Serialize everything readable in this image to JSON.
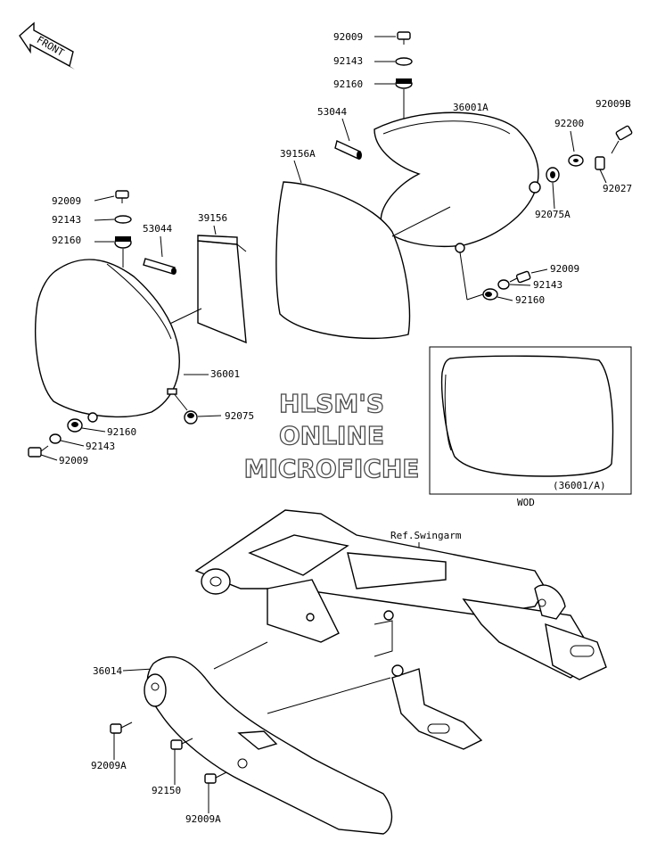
{
  "front_arrow": {
    "label": "FRONT"
  },
  "watermark": {
    "line1": "HLSM'S",
    "line2": "ONLINE",
    "line3": "MICROFICHE"
  },
  "inset": {
    "part": "(36001/A)",
    "caption": "WOD"
  },
  "swingarm_ref": "Ref.Swingarm",
  "parts_right": {
    "bolt_top": "92009",
    "washer_top": "92143",
    "grommet_top": "92160",
    "tube": "53044",
    "cover": "36001A",
    "filter_pad": "39156A",
    "collar": "92200",
    "bolt_b": "92009B",
    "spacer": "92027",
    "grommet_a": "92075A",
    "bolt_low": "92009",
    "washer_low": "92143",
    "grommet_low": "92160"
  },
  "parts_left": {
    "bolt_top": "92009",
    "washer_top": "92143",
    "grommet_top": "92160",
    "tube": "53044",
    "filter_pad": "39156",
    "cover": "36001",
    "grommet": "92075",
    "grommet_low": "92160",
    "washer_low": "92143",
    "bolt_low": "92009"
  },
  "chain_guard": {
    "guard": "36014",
    "bolt_1": "92009A",
    "bolt_2": "92150",
    "bolt_3": "92009A"
  }
}
